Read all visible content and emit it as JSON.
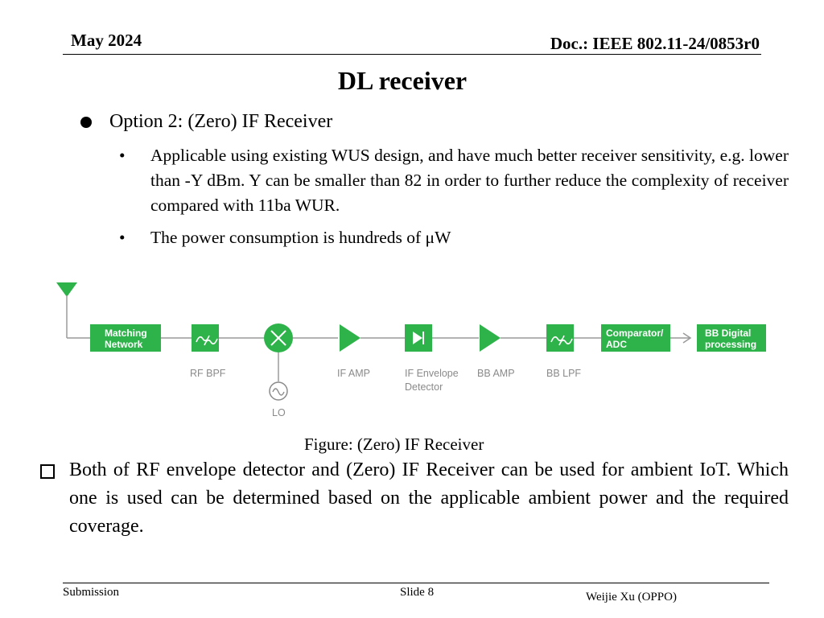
{
  "header": {
    "date": "May 2024",
    "doc": "Doc.: IEEE 802.11-24/0853r0"
  },
  "title": "DL receiver",
  "option": "Option 2: (Zero) IF Receiver",
  "bullets": [
    "Applicable using existing WUS design, and have much better receiver sensitivity, e.g. lower than -Y dBm. Y can be smaller than 82 in order to further reduce the complexity of receiver compared with 11ba WUR.",
    "The power consumption is hundreds of μW"
  ],
  "bullet_glyph": "•",
  "diagram": {
    "blocks": {
      "matching": [
        "Matching",
        "Network"
      ],
      "comparator": [
        "Comparator/",
        "ADC"
      ],
      "bb_digital": [
        "BB Digital",
        "processing"
      ]
    },
    "labels": {
      "rf_bpf": "RF BPF",
      "lo": "LO",
      "if_amp": "IF AMP",
      "envelope": [
        "IF Envelope",
        "Detector"
      ],
      "bb_amp": "BB AMP",
      "bb_lpf": "BB LPF"
    },
    "colors": {
      "block": "#2db34a",
      "wire": "#9a9a9a"
    }
  },
  "caption": "Figure: (Zero) IF Receiver",
  "conclusion": "Both of RF envelope detector and (Zero) IF Receiver can be used for ambient IoT. Which one is used can be determined based on the applicable ambient power and the required coverage.",
  "footer": {
    "left": "Submission",
    "center": "Slide 8",
    "right": "Weijie Xu (OPPO)"
  }
}
